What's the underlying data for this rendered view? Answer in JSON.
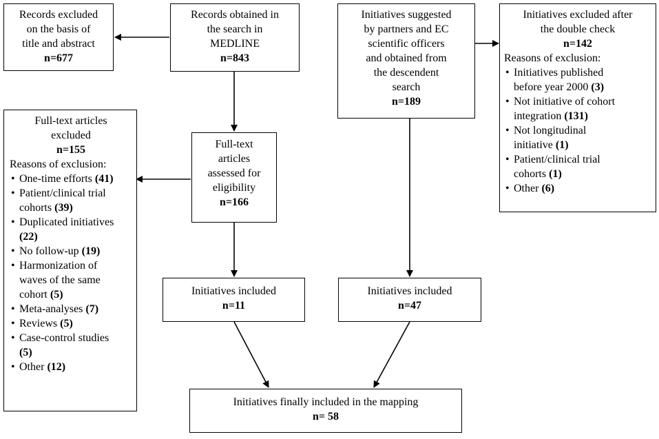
{
  "boxes": {
    "excluded_title_abstract": {
      "lines": [
        "Records excluded",
        "on the basis of",
        "title and abstract"
      ],
      "count": "n=677"
    },
    "medline_records": {
      "lines": [
        "Records obtained in",
        "the search in",
        "MEDLINE"
      ],
      "count": "n=843"
    },
    "suggested_initiatives": {
      "lines": [
        "Initiatives suggested",
        "by partners and EC",
        "scientific officers",
        "and obtained from",
        "the descendent",
        "search"
      ],
      "count": "n=189"
    },
    "excluded_double_check": {
      "lines": [
        "Initiatives excluded after",
        "the double check"
      ],
      "count": "n=142",
      "reasons_title": "Reasons of exclusion:",
      "reasons": [
        {
          "lines": [
            "Initiatives published",
            "before year 2000"
          ],
          "count": "(3)"
        },
        {
          "lines": [
            "Not initiative of cohort",
            "integration"
          ],
          "count": "(131)"
        },
        {
          "lines": [
            "Not longitudinal",
            "initiative"
          ],
          "count": "(1)"
        },
        {
          "lines": [
            "Patient/clinical trial",
            "cohorts"
          ],
          "count": "(1)"
        },
        {
          "lines": [
            "Other"
          ],
          "count": "(6)"
        }
      ]
    },
    "fulltext_excluded": {
      "lines": [
        "Full-text articles",
        "excluded"
      ],
      "count": "n=155",
      "reasons_title": "Reasons of exclusion:",
      "reasons": [
        {
          "lines": [
            "One-time efforts"
          ],
          "count": "(41)"
        },
        {
          "lines": [
            "Patient/clinical trial",
            "cohorts"
          ],
          "count": "(39)"
        },
        {
          "lines": [
            "Duplicated initiatives",
            ""
          ],
          "count": "(22)"
        },
        {
          "lines": [
            "No follow-up"
          ],
          "count": "(19)"
        },
        {
          "lines": [
            "Harmonization of",
            "waves of the same",
            "cohort"
          ],
          "count": "(5)"
        },
        {
          "lines": [
            "Meta-analyses"
          ],
          "count": "(7)"
        },
        {
          "lines": [
            "Reviews"
          ],
          "count": "(5)"
        },
        {
          "lines": [
            "Case-control studies",
            ""
          ],
          "count": "(5)"
        },
        {
          "lines": [
            "Other"
          ],
          "count": "(12)"
        }
      ]
    },
    "fulltext_assessed": {
      "lines": [
        "Full-text",
        "articles",
        "assessed for",
        "eligibility"
      ],
      "count": "n=166"
    },
    "included_medline": {
      "lines": [
        "Initiatives included"
      ],
      "count": "n=11"
    },
    "included_suggested": {
      "lines": [
        "Initiatives included"
      ],
      "count": "n=47"
    },
    "final_mapping": {
      "lines": [
        "Initiatives finally included in the mapping"
      ],
      "count": "n= 58"
    }
  }
}
